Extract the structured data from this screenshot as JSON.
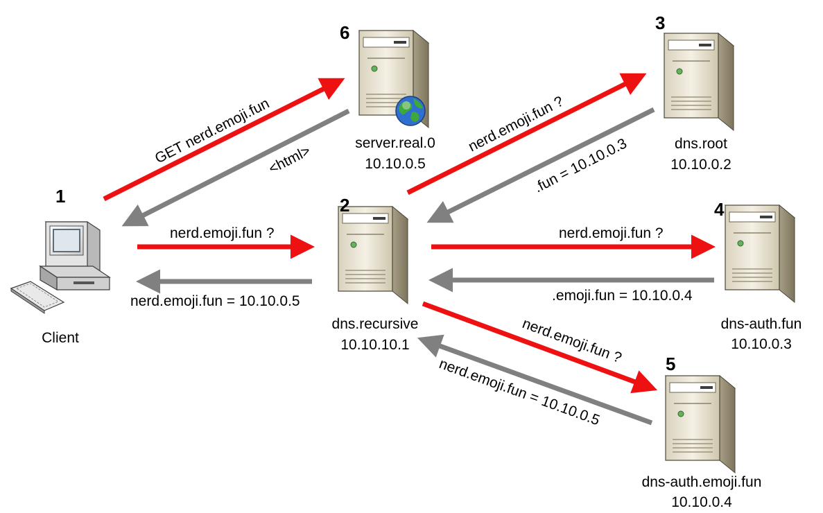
{
  "nodes": {
    "client": {
      "step": "1",
      "name": "Client",
      "ip": ""
    },
    "recursive": {
      "step": "2",
      "name": "dns.recursive",
      "ip": "10.10.10.1"
    },
    "root": {
      "step": "3",
      "name": "dns.root",
      "ip": "10.10.0.2"
    },
    "auth_fun": {
      "step": "4",
      "name": "dns-auth.fun",
      "ip": "10.10.0.3"
    },
    "auth_emoji": {
      "step": "5",
      "name": "dns-auth.emoji.fun",
      "ip": "10.10.0.4"
    },
    "web": {
      "step": "6",
      "name": "server.real.0",
      "ip": "10.10.0.5"
    }
  },
  "edges": {
    "client_to_web": "GET nerd.emoji.fun",
    "web_to_client": "<html>",
    "client_to_recursive": "nerd.emoji.fun ?",
    "recursive_to_client": "nerd.emoji.fun = 10.10.0.5",
    "recursive_to_root": "nerd.emoji.fun ?",
    "root_to_recursive": ".fun = 10.10.0.3",
    "recursive_to_auth_fun": "nerd.emoji.fun ?",
    "auth_fun_to_recursive": ".emoji.fun = 10.10.0.4",
    "recursive_to_auth_emoji": "nerd.emoji.fun ?",
    "auth_emoji_to_recursive": "nerd.emoji.fun = 10.10.0.5"
  },
  "colors": {
    "request": "#ee1111",
    "response": "#808080"
  }
}
